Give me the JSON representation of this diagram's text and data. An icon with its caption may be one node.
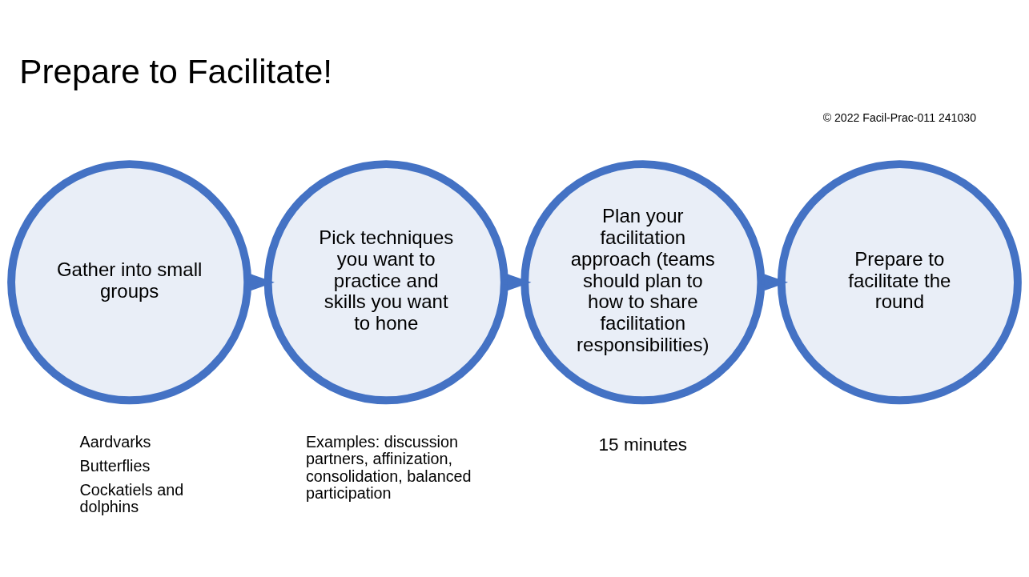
{
  "diagram": {
    "title": "Prepare to Facilitate!",
    "nodes": [
      {
        "text": [
          "Gather into small groups"
        ],
        "beside": [
          "Aardvarks",
          "Butterflies",
          "Cockatiels and dolphins"
        ]
      },
      {
        "text": [
          "Pick techniques you want to practice and skills you want to hone"
        ],
        "beside": [
          "Examples: discussion partners, affinization, consolidation, balanced participation"
        ]
      },
      {
        "text": [
          "Plan your facilitation approach (teams should plan to how to share facilitation responsibilities)"
        ]
      },
      {
        "text": [
          "Prepare to facilitate the round"
        ]
      }
    ],
    "edges": [
      {
        "from": 0,
        "to": 1,
        "arrow": "to"
      },
      {
        "from": 1,
        "to": 2,
        "arrow": "to"
      },
      {
        "from": 2,
        "to": 3,
        "arrow": "to"
      }
    ],
    "labels": [
      "© 2022 Facil-Prac-011 241030",
      "15 minutes"
    ]
  }
}
